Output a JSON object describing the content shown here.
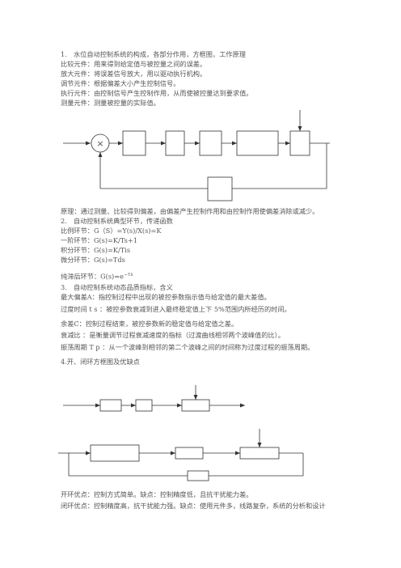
{
  "section1": {
    "heading": "1.　水位自动控制系统的构成，各部分作用，方框图，工作原理",
    "lines": [
      "比较元件：用来得到给定值与被控量之间的误差。",
      "放大元件：将误差信号放大，用以驱动执行机构。",
      "调节元件：根据偏差大小产生控制信号。",
      "执行元件：由控制信号产生控制作用，从而使被控量达到要求值。",
      "测量元件：测量被控量的实际值。"
    ],
    "principle": "原理：通过测量、比较得到偏差，由偏差产生控制作用和由控制作用使偏差消除或减少。"
  },
  "section2": {
    "heading": "2.　自动控制系统典型环节，传递函数",
    "lines": [
      "比例环节：G（S）=Y(s)/X(s)=K",
      "一阶环节：G(s)=K/Ts+1",
      "积分环节：G(s)=K/Tis",
      "微分环节：G(s)=Tds"
    ],
    "delay_prefix": "纯滞后环节：G(s)=e",
    "delay_exponent": "−τs"
  },
  "section3": {
    "heading": "3.　自动控制系统动态品质指标，含义",
    "lines": [
      "最大偏差A：指控制过程中出现的被控参数指示值与给定值的最大差值。",
      "过度时间 t s ：被控参数衰减到进入最终稳定值上下 5%范围内所经历的时间。",
      "余差C：控制过程结束，被控参数新的稳定值与给定值之差。",
      "衰减比 ：是衡量调节过程衰减速度的指标（过渡曲线相邻两个波峰值的比）。",
      "振荡周期 T p ：从一个波峰到相邻的第二个波峰之间的时间称为过度过程的振荡周期。"
    ]
  },
  "section4": {
    "heading": "4.开、闭环方框图及优缺点",
    "lines": [
      "开环优点：控制方式简单。缺点：控制精度低，且抗干扰能力差。",
      "闭环优点：控制精度高，抗干扰能力强。缺点：使用元件多，线路复杂，系统的分析和设计"
    ]
  },
  "diagram1": {
    "summing_symbol": "×"
  }
}
